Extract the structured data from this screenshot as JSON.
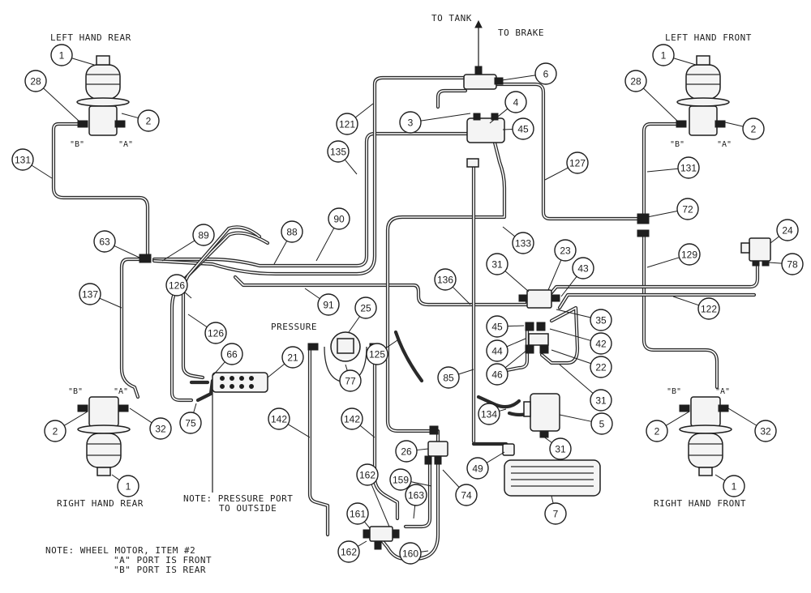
{
  "labels": {
    "left_hand_rear": "LEFT HAND REAR",
    "left_hand_front": "LEFT HAND FRONT",
    "right_hand_rear": "RIGHT HAND REAR",
    "right_hand_front": "RIGHT HAND FRONT",
    "to_tank": "TO TANK",
    "to_brake": "TO BRAKE",
    "pressure": "PRESSURE",
    "note_pressure_1": "NOTE: PRESSURE PORT",
    "note_pressure_2": "TO OUTSIDE",
    "note_wheel_1": "NOTE:  WHEEL MOTOR, ITEM #2",
    "note_wheel_2": "\"A\" PORT IS FRONT",
    "note_wheel_3": "\"B\" PORT IS REAR",
    "port_a": "\"A\"",
    "port_b": "\"B\""
  },
  "callouts": [
    {
      "id": "lr-1",
      "num": "1"
    },
    {
      "id": "lr-28",
      "num": "28"
    },
    {
      "id": "lr-2",
      "num": "2"
    },
    {
      "id": "c-131a",
      "num": "131"
    },
    {
      "id": "c-121",
      "num": "121"
    },
    {
      "id": "c-135",
      "num": "135"
    },
    {
      "id": "c-3",
      "num": "3"
    },
    {
      "id": "c-6",
      "num": "6"
    },
    {
      "id": "c-4",
      "num": "4"
    },
    {
      "id": "c-45a",
      "num": "45"
    },
    {
      "id": "c-127",
      "num": "127"
    },
    {
      "id": "lf-1",
      "num": "1"
    },
    {
      "id": "lf-28",
      "num": "28"
    },
    {
      "id": "lf-2",
      "num": "2"
    },
    {
      "id": "c-131b",
      "num": "131"
    },
    {
      "id": "c-72",
      "num": "72"
    },
    {
      "id": "c-24",
      "num": "24"
    },
    {
      "id": "c-129",
      "num": "129"
    },
    {
      "id": "c-78",
      "num": "78"
    },
    {
      "id": "c-63",
      "num": "63"
    },
    {
      "id": "c-89",
      "num": "89"
    },
    {
      "id": "c-88",
      "num": "88"
    },
    {
      "id": "c-90",
      "num": "90"
    },
    {
      "id": "c-133",
      "num": "133"
    },
    {
      "id": "c-23",
      "num": "23"
    },
    {
      "id": "c-43",
      "num": "43"
    },
    {
      "id": "c-31a",
      "num": "31"
    },
    {
      "id": "c-137",
      "num": "137"
    },
    {
      "id": "c-126a",
      "num": "126"
    },
    {
      "id": "c-91",
      "num": "91"
    },
    {
      "id": "c-136",
      "num": "136"
    },
    {
      "id": "c-122",
      "num": "122"
    },
    {
      "id": "c-35",
      "num": "35"
    },
    {
      "id": "c-25",
      "num": "25"
    },
    {
      "id": "c-126b",
      "num": "126"
    },
    {
      "id": "c-45b",
      "num": "45"
    },
    {
      "id": "c-42",
      "num": "42"
    },
    {
      "id": "c-44",
      "num": "44"
    },
    {
      "id": "c-66",
      "num": "66"
    },
    {
      "id": "c-21",
      "num": "21"
    },
    {
      "id": "c-125",
      "num": "125"
    },
    {
      "id": "c-77",
      "num": "77"
    },
    {
      "id": "c-46",
      "num": "46"
    },
    {
      "id": "c-22",
      "num": "22"
    },
    {
      "id": "c-85",
      "num": "85"
    },
    {
      "id": "c-31b",
      "num": "31"
    },
    {
      "id": "c-75",
      "num": "75"
    },
    {
      "id": "rr-32",
      "num": "32"
    },
    {
      "id": "rr-2",
      "num": "2"
    },
    {
      "id": "c-142a",
      "num": "142"
    },
    {
      "id": "c-142b",
      "num": "142"
    },
    {
      "id": "c-134",
      "num": "134"
    },
    {
      "id": "c-5",
      "num": "5"
    },
    {
      "id": "rf-32",
      "num": "32"
    },
    {
      "id": "rf-2",
      "num": "2"
    },
    {
      "id": "c-31c",
      "num": "31"
    },
    {
      "id": "c-26",
      "num": "26"
    },
    {
      "id": "c-49",
      "num": "49"
    },
    {
      "id": "c-162a",
      "num": "162"
    },
    {
      "id": "c-159",
      "num": "159"
    },
    {
      "id": "c-163",
      "num": "163"
    },
    {
      "id": "c-74",
      "num": "74"
    },
    {
      "id": "rr-1",
      "num": "1"
    },
    {
      "id": "rf-1",
      "num": "1"
    },
    {
      "id": "c-7",
      "num": "7"
    },
    {
      "id": "c-161",
      "num": "161"
    },
    {
      "id": "c-162b",
      "num": "162"
    },
    {
      "id": "c-160",
      "num": "160"
    }
  ]
}
